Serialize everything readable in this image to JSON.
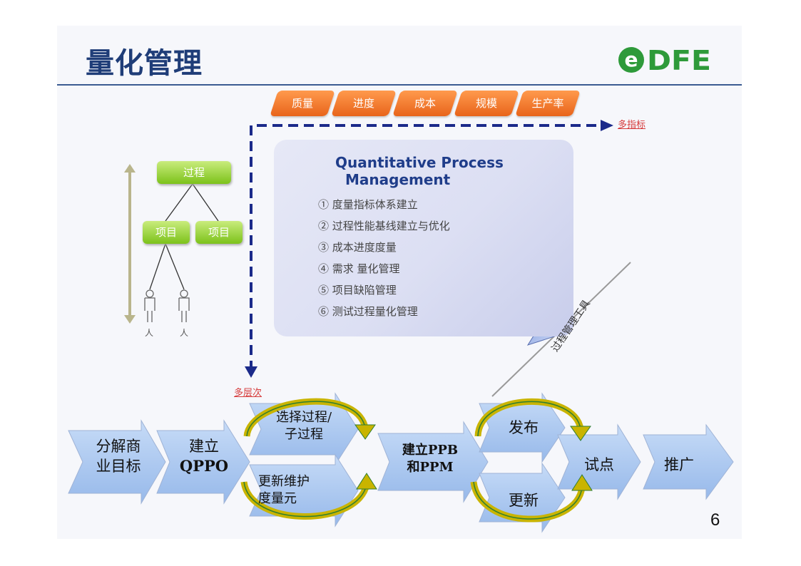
{
  "title": "量化管理",
  "logo": {
    "text": "DFE",
    "letter": "e",
    "green": "#2e9a3a",
    "blue": "#1f6fb5"
  },
  "page_number": "6",
  "dimensions": {
    "items": [
      "质量",
      "进度",
      "成本",
      "规模",
      "生产率"
    ],
    "axis_horizontal_label": "多指标",
    "axis_vertical_label": "多层次"
  },
  "hierarchy": {
    "process": "过程",
    "projects": [
      "项目",
      "项目"
    ],
    "people": [
      "人",
      "人"
    ]
  },
  "panel": {
    "title_line1": "Quantitative  Process",
    "title_line2": "Management",
    "items": [
      "① 度量指标体系建立",
      "② 过程性能基线建立与优化",
      "③ 成本进度度量",
      "④ 需求 量化管理",
      "⑤ 项目缺陷管理",
      "⑥ 测试过程量化管理"
    ]
  },
  "tool_label": "过程管理工具",
  "flow": {
    "step1": "分解商业目标",
    "step2_line1": "建立",
    "step2_line2": "QPPO",
    "step3a_line1": "选择过程/",
    "step3a_line2": "子过程",
    "step3b_line1": "更新维护",
    "step3b_line2": "度量元",
    "step4_line1": "建立PPB",
    "step4_line2": "和PPM",
    "step5a": "发布",
    "step5b": "更新",
    "step6": "试点",
    "step7": "推广"
  },
  "colors": {
    "title": "#1f3d78",
    "pill": "#f07a2c",
    "green": "#8fd12e",
    "arrow_fill": "#a9c8f0",
    "cycle": "#c8b400",
    "dashed": "#1b2a8a",
    "label_red": "#d63b3b"
  }
}
